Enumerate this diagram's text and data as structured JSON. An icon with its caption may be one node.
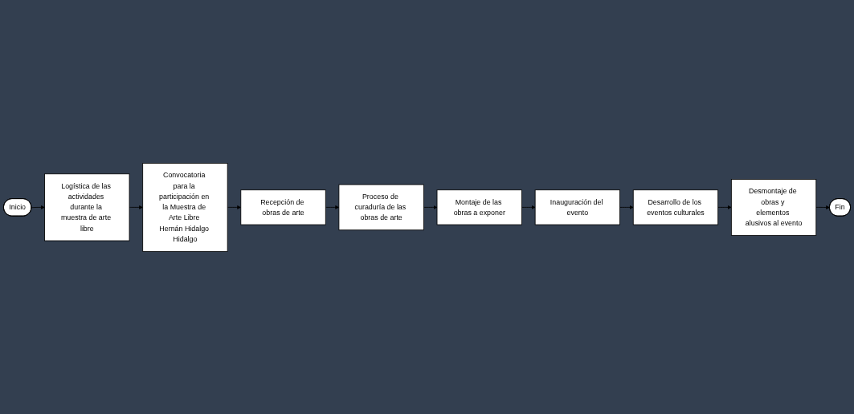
{
  "diagram": {
    "nodes": [
      {
        "text": [
          "Inicio"
        ]
      },
      {
        "text": [
          "Logística de las actividades durante la muestra de arte libre"
        ]
      },
      {
        "text": [
          "Convocatoria para la participación en la Muestra de Arte Libre Hernán Hidalgo Hidalgo"
        ]
      },
      {
        "text": [
          "Recepción de obras de arte"
        ]
      },
      {
        "text": [
          "Proceso de curaduría de las obras de arte"
        ]
      },
      {
        "text": [
          "Montaje de las obras a exponer"
        ]
      },
      {
        "text": [
          "Inauguración del evento"
        ]
      },
      {
        "text": [
          "Desarrollo de los eventos culturales"
        ]
      },
      {
        "text": [
          "Desmontaje de obras y elementos alusivos al evento"
        ]
      },
      {
        "text": [
          "Fin"
        ]
      }
    ],
    "edges": [
      {
        "from": 0,
        "to": 1,
        "arrow": "to"
      },
      {
        "from": 1,
        "to": 2,
        "arrow": "to"
      },
      {
        "from": 2,
        "to": 3,
        "arrow": "to"
      },
      {
        "from": 3,
        "to": 4,
        "arrow": "to"
      },
      {
        "from": 4,
        "to": 5,
        "arrow": "to"
      },
      {
        "from": 5,
        "to": 6,
        "arrow": "to"
      },
      {
        "from": 6,
        "to": 7,
        "arrow": "to"
      },
      {
        "from": 7,
        "to": 8,
        "arrow": "to"
      },
      {
        "from": 8,
        "to": 9,
        "arrow": "to"
      }
    ]
  }
}
